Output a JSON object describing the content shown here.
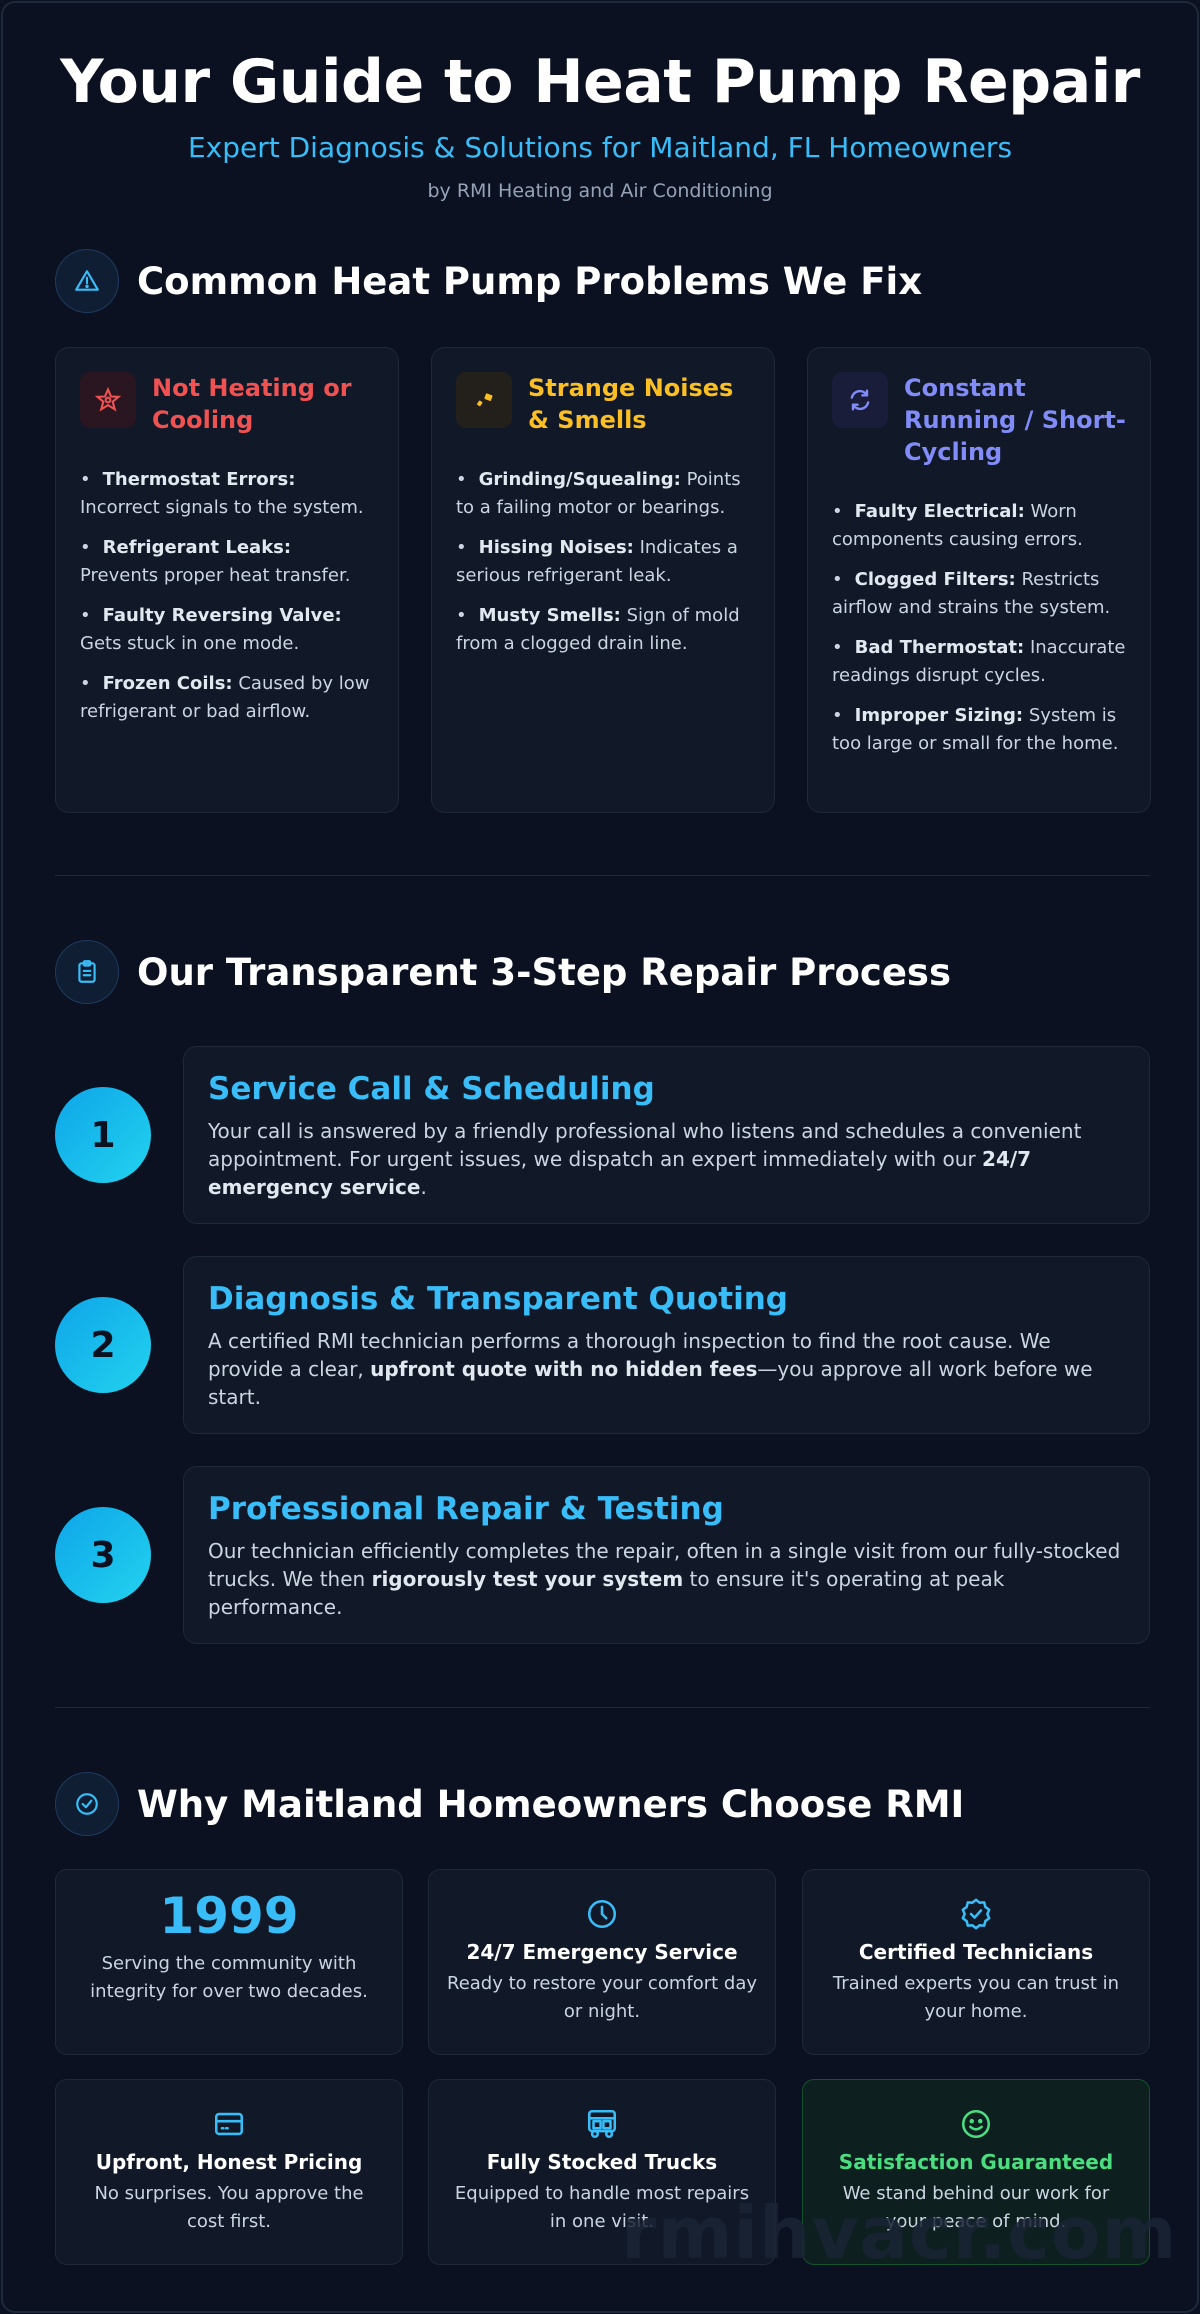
{
  "header": {
    "title": "Your Guide to Heat Pump Repair",
    "subtitle": "Expert Diagnosis & Solutions for Maitland, FL Homeowners",
    "byline": "by RMI Heating and Air Conditioning"
  },
  "problems": {
    "title": "Common Heat Pump Problems We Fix",
    "icon": "warning-triangle-icon",
    "cards": [
      {
        "title": "Not Heating or Cooling",
        "icon": "sun-snowflake-icon",
        "color": "#f05252",
        "items": [
          {
            "label": "Thermostat Errors:",
            "text": "Incorrect signals to the system."
          },
          {
            "label": "Refrigerant Leaks:",
            "text": "Prevents proper heat transfer."
          },
          {
            "label": "Faulty Reversing Valve:",
            "text": "Gets stuck in one mode."
          },
          {
            "label": "Frozen Coils:",
            "text": "Caused by low refrigerant or bad airflow."
          }
        ]
      },
      {
        "title": "Strange Noises & Smells",
        "icon": "wrench-icon",
        "color": "#fbbf24",
        "items": [
          {
            "label": "Grinding/Squealing:",
            "text": "Points to a failing motor or bearings."
          },
          {
            "label": "Hissing Noises:",
            "text": "Indicates a serious refrigerant leak."
          },
          {
            "label": "Musty Smells:",
            "text": "Sign of mold from a clogged drain line."
          }
        ]
      },
      {
        "title": "Constant Running / Short-Cycling",
        "icon": "cycle-arrows-icon",
        "color": "#818cf8",
        "items": [
          {
            "label": "Faulty Electrical:",
            "text": "Worn components causing errors."
          },
          {
            "label": "Clogged Filters:",
            "text": "Restricts airflow and strains the system."
          },
          {
            "label": "Bad Thermostat:",
            "text": "Inaccurate readings disrupt cycles."
          },
          {
            "label": "Improper Sizing:",
            "text": "System is too large or small for the home."
          }
        ]
      }
    ]
  },
  "process": {
    "title": "Our Transparent 3-Step Repair Process",
    "icon": "clipboard-icon",
    "steps": [
      {
        "number": "1",
        "title": "Service Call & Scheduling",
        "pre": "Your call is answered by a friendly professional who listens and schedules a convenient appointment. For urgent issues, we dispatch an expert immediately with our ",
        "bold": "24/7 emergency service",
        "post": "."
      },
      {
        "number": "2",
        "title": "Diagnosis & Transparent Quoting",
        "pre": "A certified RMI technician performs a thorough inspection to find the root cause. We provide a clear, ",
        "bold": "upfront quote with no hidden fees",
        "post": "—you approve all work before we start."
      },
      {
        "number": "3",
        "title": "Professional Repair & Testing",
        "pre": "Our technician efficiently completes the repair, often in a single visit from our fully-stocked trucks. We then ",
        "bold": "rigorously test your system",
        "post": " to ensure it's operating at peak performance."
      }
    ]
  },
  "why": {
    "title": "Why Maitland Homeowners Choose RMI",
    "icon": "check-circle-icon",
    "year": "1999",
    "year_desc": "Serving the community with integrity for over two decades.",
    "cards": [
      {
        "icon": "clock-icon",
        "title": "24/7 Emergency Service",
        "desc": "Ready to restore your comfort day or night."
      },
      {
        "icon": "badge-check-icon",
        "title": "Certified Technicians",
        "desc": "Trained experts you can trust in your home."
      },
      {
        "icon": "credit-card-icon",
        "title": "Upfront, Honest Pricing",
        "desc": "No surprises. You approve the cost first."
      },
      {
        "icon": "truck-icon",
        "title": "Fully Stocked Trucks",
        "desc": "Equipped to handle most repairs in one visit."
      },
      {
        "icon": "smile-icon",
        "title": "Satisfaction Guaranteed",
        "desc": "We stand behind our work for your peace of mind."
      }
    ]
  },
  "watermark": "rmihvacr.com",
  "colors": {
    "accent": "#38bdf8",
    "red": "#f05252",
    "amber": "#fbbf24",
    "indigo": "#818cf8",
    "green": "#4ade80"
  }
}
